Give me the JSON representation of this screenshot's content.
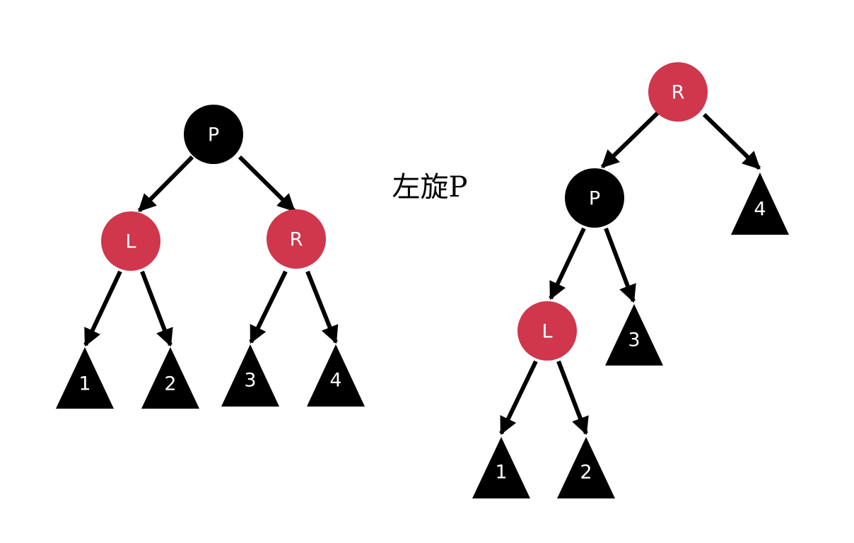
{
  "colors": {
    "red": "#d0364c",
    "black": "#000000",
    "label": "#ffffff"
  },
  "caption": "左旋P",
  "before": {
    "nodes": {
      "p": {
        "label": "P",
        "color": "black"
      },
      "l": {
        "label": "L",
        "color": "red"
      },
      "r": {
        "label": "R",
        "color": "red"
      }
    },
    "subtrees": {
      "t1": "1",
      "t2": "2",
      "t3": "3",
      "t4": "4"
    }
  },
  "after": {
    "nodes": {
      "r": {
        "label": "R",
        "color": "red"
      },
      "p": {
        "label": "P",
        "color": "black"
      },
      "l": {
        "label": "L",
        "color": "red"
      }
    },
    "subtrees": {
      "t1": "1",
      "t2": "2",
      "t3": "3",
      "t4": "4"
    }
  }
}
